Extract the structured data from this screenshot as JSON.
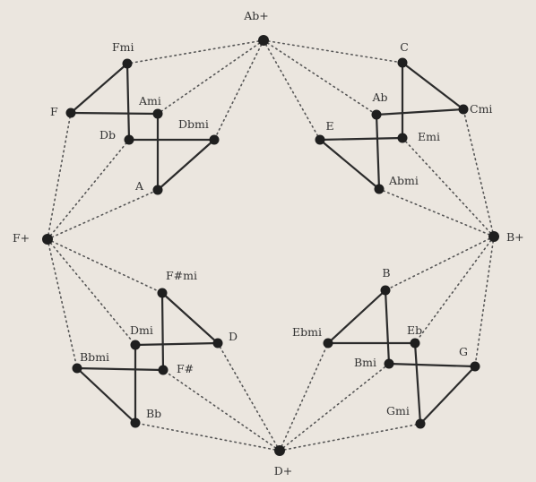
{
  "nodes": {
    "Ab+": "Ab+",
    "C": "C",
    "Ab": "Ab",
    "Cmi": "Cmi",
    "E": "E",
    "Emi": "Emi",
    "Abmi": "Abmi",
    "B+": "B+",
    "B": "B",
    "Ebmi": "Ebmi",
    "Eb": "Eb",
    "Bmi": "Bmi",
    "G": "G",
    "Gmi": "Gmi",
    "D+": "D+",
    "F#mi": "F#mi",
    "Dmi": "Dmi",
    "D": "D",
    "Bbmi": "Bbmi",
    "F#": "F#",
    "Bb": "Bb",
    "F+": "F+",
    "Fmi": "Fmi",
    "F": "F",
    "Ami": "Ami",
    "Db": "Db",
    "Dbmi": "Dbmi",
    "A": "A"
  },
  "solid_edges": [
    [
      "F",
      "Fmi"
    ],
    [
      "F",
      "Ami"
    ],
    [
      "Fmi",
      "Db"
    ],
    [
      "Ami",
      "A"
    ],
    [
      "Db",
      "Dbmi"
    ],
    [
      "Dbmi",
      "A"
    ],
    [
      "C",
      "Emi"
    ],
    [
      "C",
      "Cmi"
    ],
    [
      "Ab",
      "Cmi"
    ],
    [
      "Ab",
      "Abmi"
    ],
    [
      "E",
      "Emi"
    ],
    [
      "E",
      "Abmi"
    ],
    [
      "B",
      "Bmi"
    ],
    [
      "B",
      "Ebmi"
    ],
    [
      "Ebmi",
      "Eb"
    ],
    [
      "Eb",
      "Gmi"
    ],
    [
      "Bmi",
      "G"
    ],
    [
      "G",
      "Gmi"
    ],
    [
      "F#mi",
      "F#"
    ],
    [
      "F#mi",
      "D"
    ],
    [
      "Dmi",
      "D"
    ],
    [
      "Dmi",
      "Bb"
    ],
    [
      "Bbmi",
      "F#"
    ],
    [
      "Bbmi",
      "Bb"
    ]
  ],
  "dotted_edges": [
    [
      "Ab+",
      "Fmi"
    ],
    [
      "Ab+",
      "Ami"
    ],
    [
      "Ab+",
      "Dbmi"
    ],
    [
      "Ab+",
      "C"
    ],
    [
      "Ab+",
      "Ab"
    ],
    [
      "Ab+",
      "E"
    ],
    [
      "B+",
      "Cmi"
    ],
    [
      "B+",
      "Emi"
    ],
    [
      "B+",
      "Abmi"
    ],
    [
      "B+",
      "B"
    ],
    [
      "B+",
      "Eb"
    ],
    [
      "B+",
      "G"
    ],
    [
      "D+",
      "Gmi"
    ],
    [
      "D+",
      "Bmi"
    ],
    [
      "D+",
      "Ebmi"
    ],
    [
      "D+",
      "Bb"
    ],
    [
      "D+",
      "F#"
    ],
    [
      "D+",
      "D"
    ],
    [
      "F+",
      "F"
    ],
    [
      "F+",
      "Db"
    ],
    [
      "F+",
      "A"
    ],
    [
      "F+",
      "F#mi"
    ],
    [
      "F+",
      "Dmi"
    ],
    [
      "F+",
      "Bbmi"
    ]
  ]
}
